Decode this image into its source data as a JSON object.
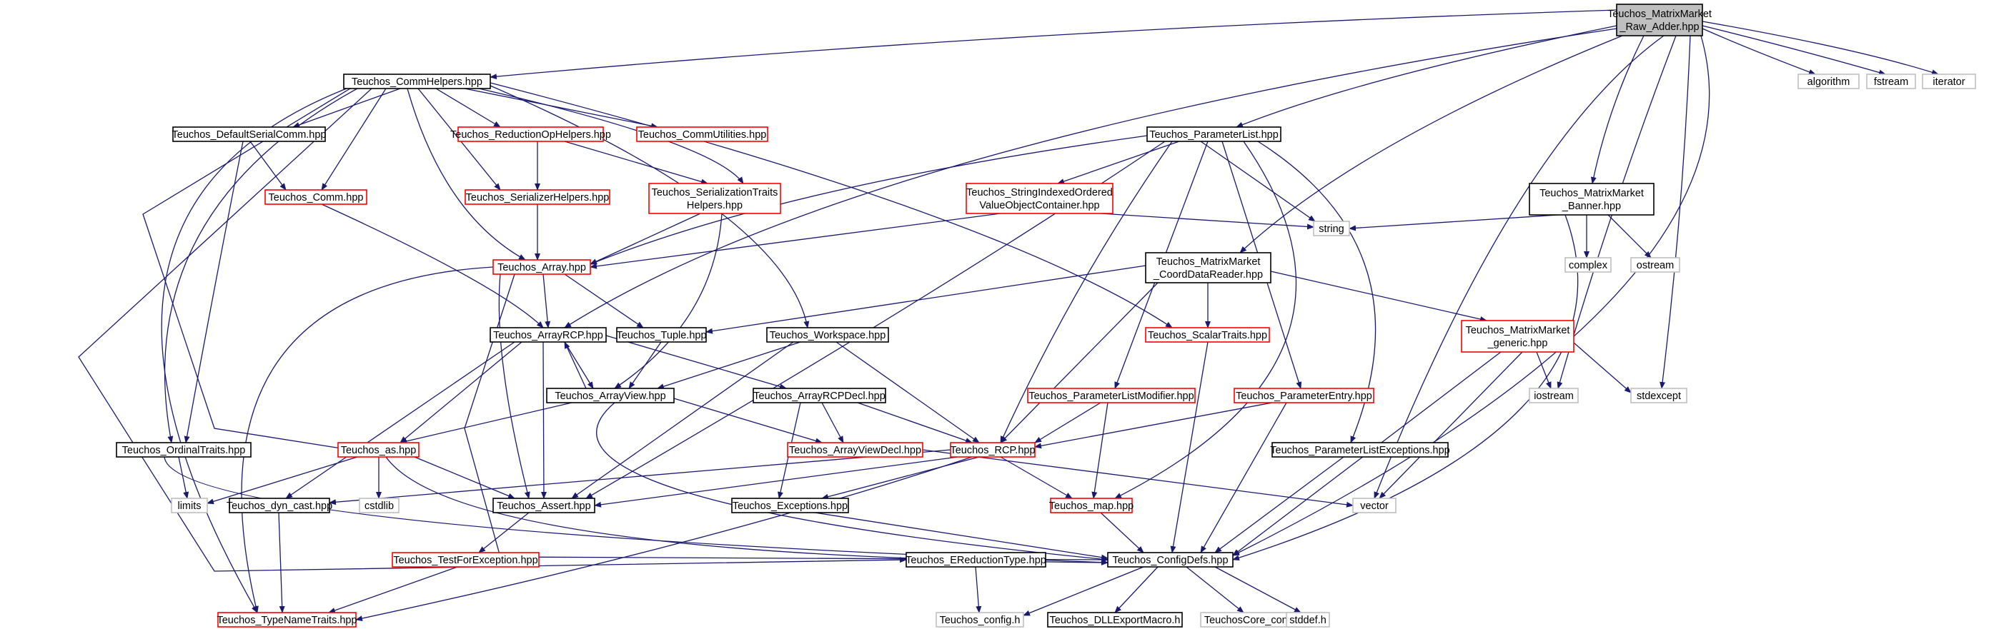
{
  "colors": {
    "root_fill": "#bfbfbf",
    "node_border": "#000000",
    "missing_border": "#ff0000",
    "system_border": "#bfbfbf",
    "system_text": "#7f7f7f",
    "edge": "#191970"
  },
  "nodes": [
    {
      "id": "root",
      "lines": [
        "Teuchos_MatrixMarket",
        "_Raw_Adder.hpp"
      ],
      "kind": "root"
    },
    {
      "id": "commhelpers",
      "lines": [
        "Teuchos_CommHelpers.hpp"
      ],
      "kind": "normal"
    },
    {
      "id": "algorithm",
      "lines": [
        "algorithm"
      ],
      "kind": "system"
    },
    {
      "id": "fstream",
      "lines": [
        "fstream"
      ],
      "kind": "system"
    },
    {
      "id": "iterator",
      "lines": [
        "iterator"
      ],
      "kind": "system"
    },
    {
      "id": "defaultserialcomm",
      "lines": [
        "Teuchos_DefaultSerialComm.hpp"
      ],
      "kind": "normal"
    },
    {
      "id": "reductionophelpers",
      "lines": [
        "Teuchos_ReductionOpHelpers.hpp"
      ],
      "kind": "missing"
    },
    {
      "id": "commutilities",
      "lines": [
        "Teuchos_CommUtilities.hpp"
      ],
      "kind": "missing"
    },
    {
      "id": "parameterlist",
      "lines": [
        "Teuchos_ParameterList.hpp"
      ],
      "kind": "normal"
    },
    {
      "id": "comm",
      "lines": [
        "Teuchos_Comm.hpp"
      ],
      "kind": "missing"
    },
    {
      "id": "serializerhelpers",
      "lines": [
        "Teuchos_SerializerHelpers.hpp"
      ],
      "kind": "missing"
    },
    {
      "id": "serializationtraits",
      "lines": [
        "Teuchos_SerializationTraits",
        "Helpers.hpp"
      ],
      "kind": "missing"
    },
    {
      "id": "stringindexed",
      "lines": [
        "Teuchos_StringIndexedOrdered",
        "ValueObjectContainer.hpp"
      ],
      "kind": "missing"
    },
    {
      "id": "mmbanner",
      "lines": [
        "Teuchos_MatrixMarket",
        "_Banner.hpp"
      ],
      "kind": "normal"
    },
    {
      "id": "array",
      "lines": [
        "Teuchos_Array.hpp"
      ],
      "kind": "missing"
    },
    {
      "id": "string",
      "lines": [
        "string"
      ],
      "kind": "system"
    },
    {
      "id": "mmcoord",
      "lines": [
        "Teuchos_MatrixMarket",
        "_CoordDataReader.hpp"
      ],
      "kind": "normal"
    },
    {
      "id": "complex",
      "lines": [
        "complex"
      ],
      "kind": "system"
    },
    {
      "id": "ostream",
      "lines": [
        "ostream"
      ],
      "kind": "system"
    },
    {
      "id": "arrayrcp",
      "lines": [
        "Teuchos_ArrayRCP.hpp"
      ],
      "kind": "normal"
    },
    {
      "id": "tuple",
      "lines": [
        "Teuchos_Tuple.hpp"
      ],
      "kind": "normal"
    },
    {
      "id": "workspace",
      "lines": [
        "Teuchos_Workspace.hpp"
      ],
      "kind": "normal"
    },
    {
      "id": "scalartraits",
      "lines": [
        "Teuchos_ScalarTraits.hpp"
      ],
      "kind": "missing"
    },
    {
      "id": "mmgeneric",
      "lines": [
        "Teuchos_MatrixMarket",
        "_generic.hpp"
      ],
      "kind": "missing"
    },
    {
      "id": "arrayview",
      "lines": [
        "Teuchos_ArrayView.hpp"
      ],
      "kind": "normal"
    },
    {
      "id": "arrayrcpdecl",
      "lines": [
        "Teuchos_ArrayRCPDecl.hpp"
      ],
      "kind": "normal"
    },
    {
      "id": "plmodifier",
      "lines": [
        "Teuchos_ParameterListModifier.hpp"
      ],
      "kind": "missing"
    },
    {
      "id": "paramentry",
      "lines": [
        "Teuchos_ParameterEntry.hpp"
      ],
      "kind": "missing"
    },
    {
      "id": "iostream",
      "lines": [
        "iostream"
      ],
      "kind": "system"
    },
    {
      "id": "stdexcept",
      "lines": [
        "stdexcept"
      ],
      "kind": "system"
    },
    {
      "id": "ordinaltraits",
      "lines": [
        "Teuchos_OrdinalTraits.hpp"
      ],
      "kind": "normal"
    },
    {
      "id": "as",
      "lines": [
        "Teuchos_as.hpp"
      ],
      "kind": "missing"
    },
    {
      "id": "arrayviewdecl",
      "lines": [
        "Teuchos_ArrayViewDecl.hpp"
      ],
      "kind": "missing"
    },
    {
      "id": "rcp",
      "lines": [
        "Teuchos_RCP.hpp"
      ],
      "kind": "missing"
    },
    {
      "id": "plexceptions",
      "lines": [
        "Teuchos_ParameterListExceptions.hpp"
      ],
      "kind": "normal"
    },
    {
      "id": "limits",
      "lines": [
        "limits"
      ],
      "kind": "system"
    },
    {
      "id": "dyncast",
      "lines": [
        "Teuchos_dyn_cast.hpp"
      ],
      "kind": "normal"
    },
    {
      "id": "cstdlib",
      "lines": [
        "cstdlib"
      ],
      "kind": "system"
    },
    {
      "id": "assert",
      "lines": [
        "Teuchos_Assert.hpp"
      ],
      "kind": "normal"
    },
    {
      "id": "exceptions",
      "lines": [
        "Teuchos_Exceptions.hpp"
      ],
      "kind": "normal"
    },
    {
      "id": "map",
      "lines": [
        "Teuchos_map.hpp"
      ],
      "kind": "missing"
    },
    {
      "id": "vector",
      "lines": [
        "vector"
      ],
      "kind": "system"
    },
    {
      "id": "testforexception",
      "lines": [
        "Teuchos_TestForException.hpp"
      ],
      "kind": "missing"
    },
    {
      "id": "ereductiontype",
      "lines": [
        "Teuchos_EReductionType.hpp"
      ],
      "kind": "normal"
    },
    {
      "id": "configdefs",
      "lines": [
        "Teuchos_ConfigDefs.hpp"
      ],
      "kind": "normal"
    },
    {
      "id": "typenametraits",
      "lines": [
        "Teuchos_TypeNameTraits.hpp"
      ],
      "kind": "missing"
    },
    {
      "id": "config_h",
      "lines": [
        "Teuchos_config.h"
      ],
      "kind": "system"
    },
    {
      "id": "dllexport",
      "lines": [
        "Teuchos_DLLExportMacro.h"
      ],
      "kind": "normal"
    },
    {
      "id": "teuchoscore_config",
      "lines": [
        "TeuchosCore_config.h"
      ],
      "kind": "system"
    },
    {
      "id": "stddef",
      "lines": [
        "stddef.h"
      ],
      "kind": "system"
    }
  ]
}
